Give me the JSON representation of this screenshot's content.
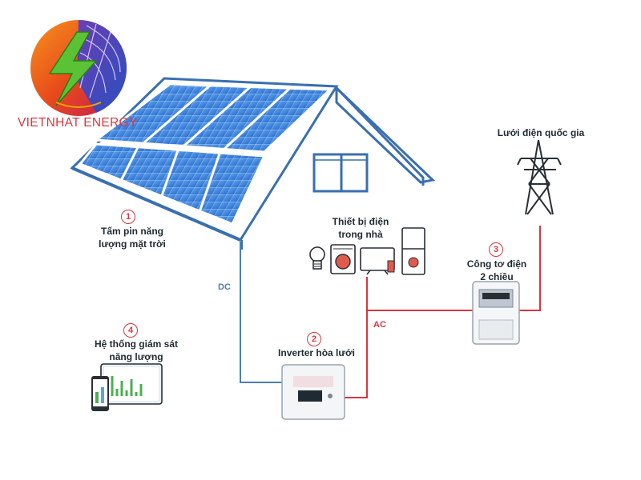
{
  "brand": {
    "name": "VIETNHAT ENERGY"
  },
  "wires": {
    "dc_label": "DC",
    "ac_label": "AC"
  },
  "components": [
    {
      "number": "1",
      "label_line1": "Tấm pin năng",
      "label_line2": "lượng mặt trời",
      "icon": "solar-panel-icon"
    },
    {
      "number": "2",
      "label_line1": "Inverter hòa lưới",
      "label_line2": "",
      "icon": "inverter-icon"
    },
    {
      "number": "3",
      "label_line1": "Công tơ điện",
      "label_line2": "2 chiều",
      "icon": "meter-icon"
    },
    {
      "number": "4",
      "label_line1": "Hệ thống giám sát",
      "label_line2": "năng lượng",
      "icon": "monitor-icon"
    }
  ],
  "appliances": {
    "label_line1": "Thiết bị điện",
    "label_line2": "trong nhà",
    "items": [
      "light-bulb-icon",
      "washing-machine-icon",
      "tv-icon",
      "fridge-icon"
    ]
  },
  "grid": {
    "label": "Lưới điện quốc gia",
    "icon": "power-tower-icon"
  },
  "colors": {
    "dc": "#4a7fb5",
    "ac": "#d9363e",
    "panel": "#3d7fd9",
    "roof": "#3a6fb0",
    "accent": "#d9363e"
  }
}
